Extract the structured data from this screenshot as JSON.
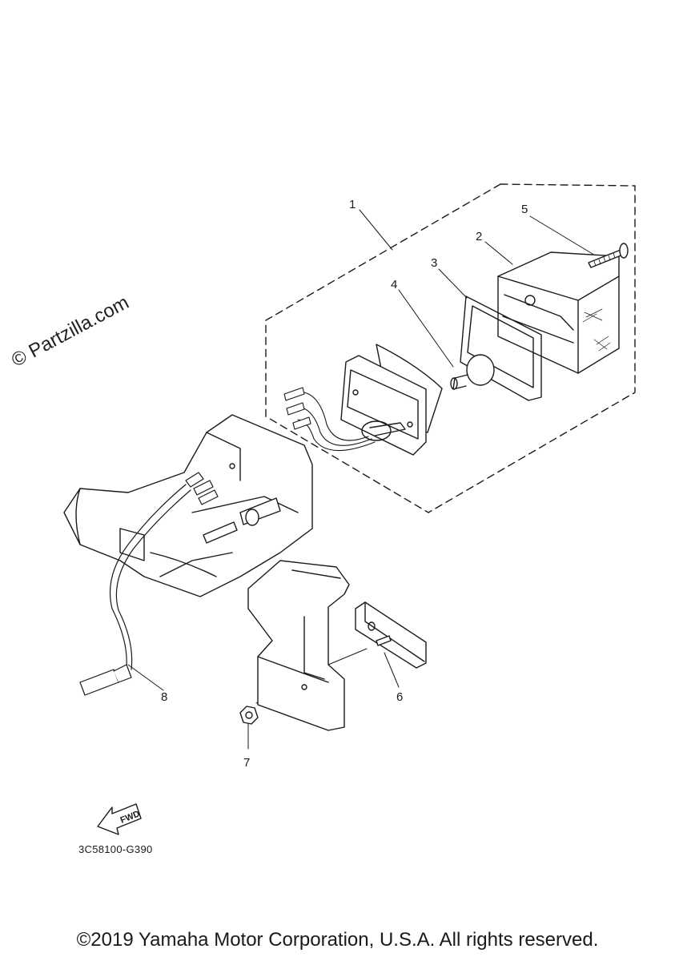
{
  "diagram": {
    "watermark": "© Partzilla.com",
    "callouts": [
      "1",
      "2",
      "3",
      "4",
      "5",
      "6",
      "7",
      "8"
    ],
    "fwd_label": "FWD",
    "part_code": "3C58100-G390",
    "copyright": "©2019 Yamaha Motor Corporation, U.S.A. All rights reserved."
  }
}
